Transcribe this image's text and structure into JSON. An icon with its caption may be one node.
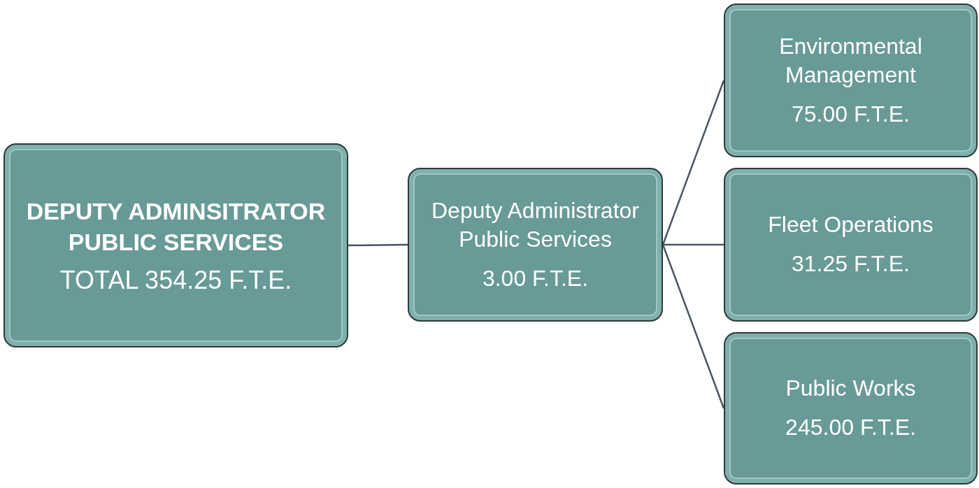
{
  "diagram": {
    "nodes": [
      {
        "text": [
          "DEPUTY ADMINSITRATOR PUBLIC SERVICES",
          "TOTAL 354.25 F.T.E."
        ]
      },
      {
        "text": [
          "Deputy Administrator Public Services",
          "3.00 F.T.E."
        ]
      },
      {
        "text": [
          "Environmental Management",
          "75.00 F.T.E."
        ]
      },
      {
        "text": [
          "Fleet Operations",
          "31.25 F.T.E."
        ]
      },
      {
        "text": [
          "Public Works",
          "245.00 F.T.E."
        ]
      }
    ],
    "edges": [
      {
        "from": 0,
        "to": 1,
        "arrow": "none"
      },
      {
        "from": 1,
        "to": 2,
        "arrow": "none"
      },
      {
        "from": 1,
        "to": 3,
        "arrow": "none"
      },
      {
        "from": 1,
        "to": 4,
        "arrow": "none"
      }
    ]
  }
}
